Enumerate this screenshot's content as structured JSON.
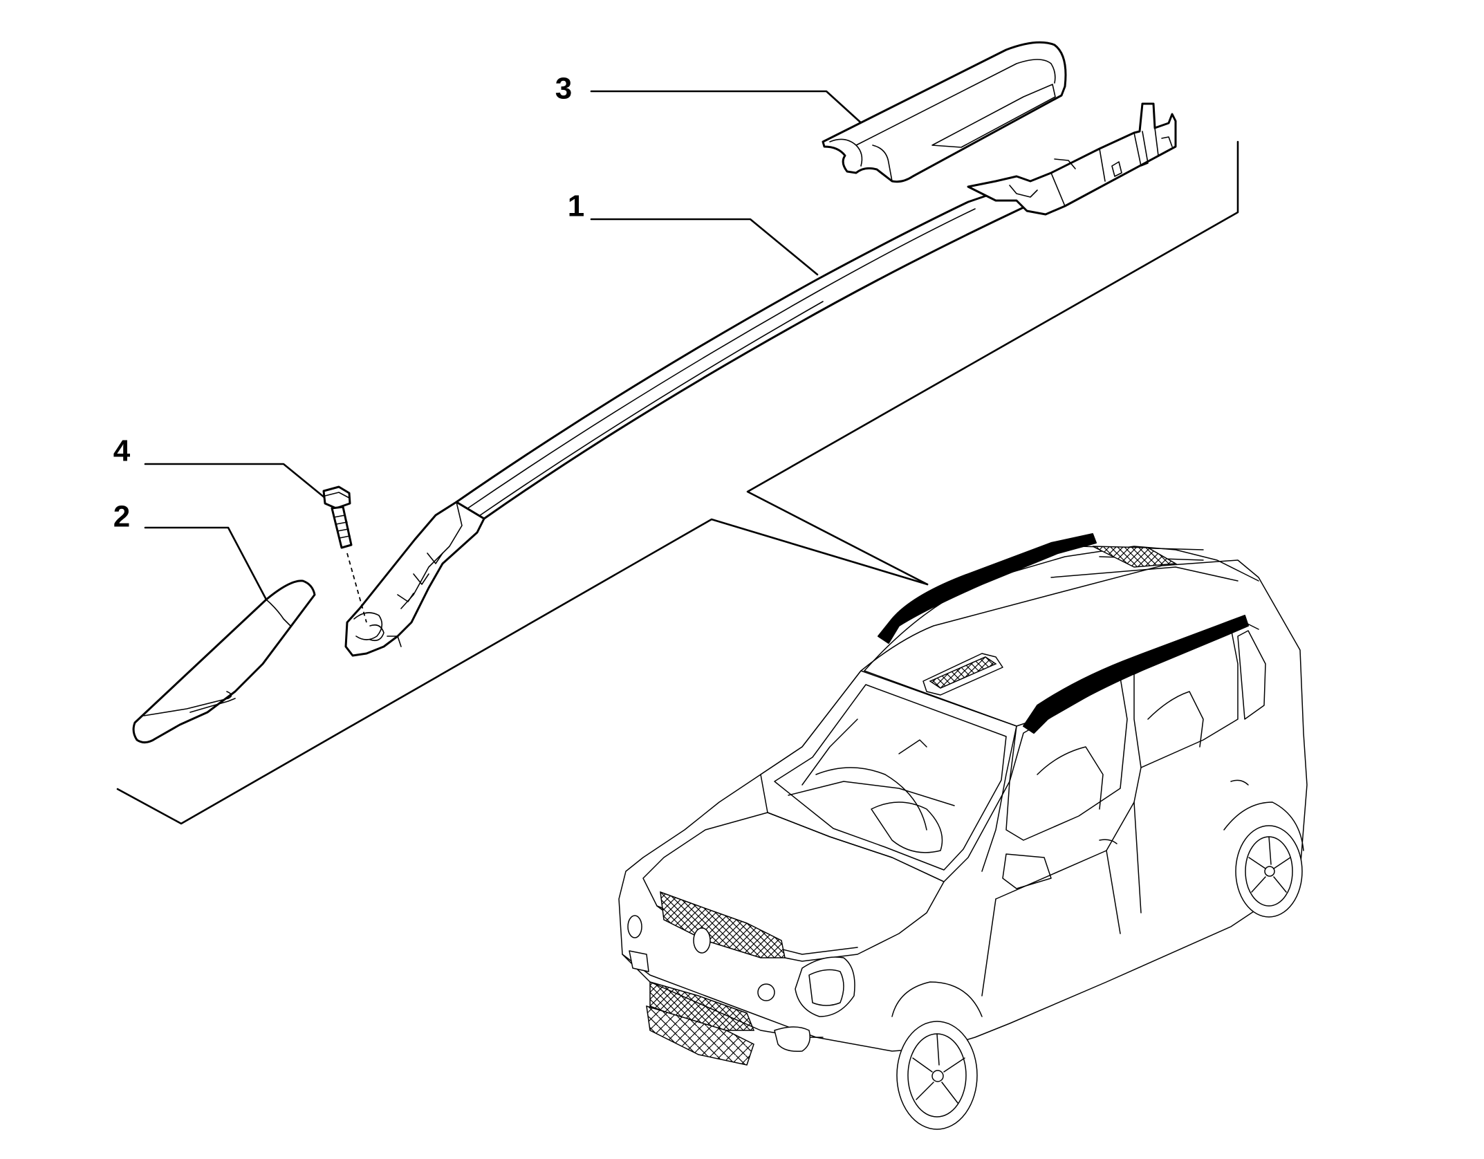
{
  "callouts": [
    {
      "id": "1",
      "label": "1"
    },
    {
      "id": "2",
      "label": "2"
    },
    {
      "id": "3",
      "label": "3"
    },
    {
      "id": "4",
      "label": "4"
    }
  ],
  "parts": {
    "1": "roof-rail",
    "2": "front-rail-cover",
    "3": "rear-rail-cover",
    "4": "mounting-bolt"
  },
  "colors": {
    "ink": "#000000",
    "paper": "#ffffff"
  }
}
